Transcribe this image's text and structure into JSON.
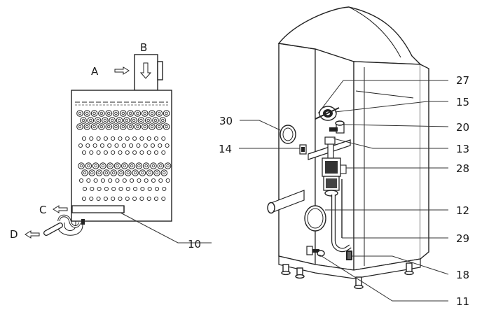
{
  "schematic": {
    "labels": {
      "A": "A",
      "B": "B",
      "C": "C",
      "D": "D",
      "n10": "10"
    }
  },
  "boiler": {
    "callouts": [
      {
        "key": "c27",
        "text": "27"
      },
      {
        "key": "c15",
        "text": "15"
      },
      {
        "key": "c30",
        "text": "30"
      },
      {
        "key": "c20",
        "text": "20"
      },
      {
        "key": "c14",
        "text": "14"
      },
      {
        "key": "c13",
        "text": "13"
      },
      {
        "key": "c28",
        "text": "28"
      },
      {
        "key": "c12",
        "text": "12"
      },
      {
        "key": "c29",
        "text": "29"
      },
      {
        "key": "c18",
        "text": "18"
      },
      {
        "key": "c11",
        "text": "11"
      }
    ]
  }
}
